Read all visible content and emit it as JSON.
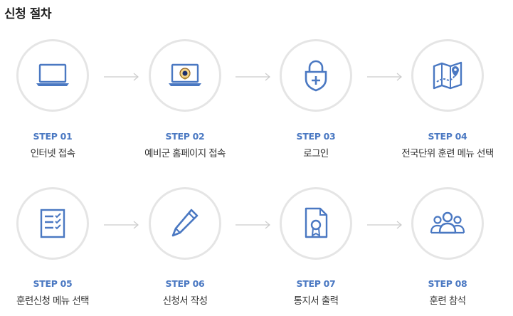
{
  "title": "신청 절차",
  "colors": {
    "accent": "#4a78c2",
    "circle_border": "#e5e5e5",
    "arrow": "#cccccc",
    "text": "#333333"
  },
  "steps": [
    {
      "no": "STEP 01",
      "label": "인터넷 접속",
      "icon": "laptop-icon"
    },
    {
      "no": "STEP 02",
      "label": "예비군 홈페이지 접속",
      "icon": "laptop-emblem-icon"
    },
    {
      "no": "STEP 03",
      "label": "로그인",
      "icon": "lock-icon"
    },
    {
      "no": "STEP 04",
      "label": "전국단위 훈련 메뉴 선택",
      "icon": "map-icon"
    },
    {
      "no": "STEP 05",
      "label": "훈련신청 메뉴 선택",
      "icon": "checklist-icon"
    },
    {
      "no": "STEP 06",
      "label": "신청서 작성",
      "icon": "pen-icon"
    },
    {
      "no": "STEP 07",
      "label": "통지서 출력",
      "icon": "certificate-icon"
    },
    {
      "no": "STEP 08",
      "label": "훈련 참석",
      "icon": "group-icon"
    }
  ]
}
